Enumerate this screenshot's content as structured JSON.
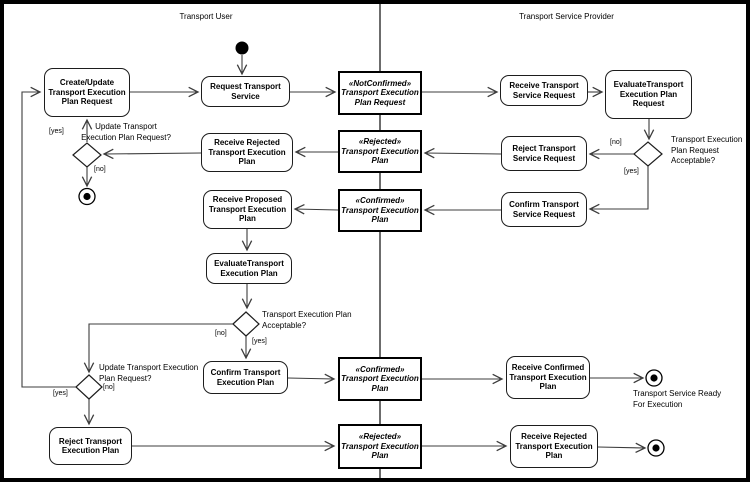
{
  "colors": {
    "background": "#ffffff",
    "node_border": "#1d1d1d",
    "object_border": "#000000",
    "edge_line": "#3c3c3c"
  },
  "lanes": [
    {
      "label": "Transport User"
    },
    {
      "label": "Transport Service Provider"
    }
  ],
  "activities": [
    {
      "id": "create-update-tep-request",
      "label": "Create/Update\nTransport Execution\nPlan Request"
    },
    {
      "id": "request-transport-service",
      "label": "Request Transport\nService"
    },
    {
      "id": "receive-rejected-tep",
      "label": "Receive Rejected\nTransport Execution\nPlan"
    },
    {
      "id": "receive-proposed-tep",
      "label": "Receive Proposed\nTransport Execution\nPlan"
    },
    {
      "id": "evaluate-tep",
      "label": "EvaluateTransport\nExecution Plan"
    },
    {
      "id": "confirm-tep",
      "label": "Confirm Transport\nExecution Plan"
    },
    {
      "id": "reject-tep",
      "label": "Reject Transport\nExecution Plan"
    },
    {
      "id": "receive-transport-service-request",
      "label": "Receive Transport\nService Request"
    },
    {
      "id": "evaluate-tep-request",
      "label": "EvaluateTransport\nExecution Plan\nRequest"
    },
    {
      "id": "reject-transport-service-request",
      "label": "Reject Transport\nService Request"
    },
    {
      "id": "confirm-transport-service-request",
      "label": "Confirm Transport\nService Request"
    },
    {
      "id": "receive-confirmed-tep",
      "label": "Receive Confirmed\nTransport Execution\nPlan"
    },
    {
      "id": "receive-rejected-tep-provider",
      "label": "Receive Rejected\nTransport Execution\nPlan"
    }
  ],
  "objects": [
    {
      "id": "notconfirmed-tep-request",
      "stereotype": "«NotConfirmed»",
      "name": "Transport Execution\nPlan Request"
    },
    {
      "id": "rejected-tep",
      "stereotype": "«Rejected»",
      "name": "Transport Execution\nPlan"
    },
    {
      "id": "confirmed-tep",
      "stereotype": "«Confirmed»",
      "name": "Transport Execution\nPlan"
    },
    {
      "id": "confirmed-tep-final",
      "stereotype": "«Confirmed»",
      "name": "Transport Execution\nPlan"
    },
    {
      "id": "rejected-tep-final",
      "stereotype": "«Rejected»",
      "name": "Transport Execution\nPlan"
    }
  ],
  "questions": [
    {
      "id": "update-tep-request-top",
      "text": "Update Transport\nExecution Plan Request?"
    },
    {
      "id": "tep-request-acceptable",
      "text": "Transport Execution\nPlan Request\nAcceptable?"
    },
    {
      "id": "tep-acceptable",
      "text": "Transport Execution Plan\nAcceptable?"
    },
    {
      "id": "update-tep-request-bottom",
      "text": "Update Transport Execution\nPlan Request?"
    }
  ],
  "guards": [
    {
      "id": "d1-yes",
      "text": "[yes]"
    },
    {
      "id": "d1-no",
      "text": "[no]"
    },
    {
      "id": "d2-no",
      "text": "[no]"
    },
    {
      "id": "d2-yes",
      "text": "[yes]"
    },
    {
      "id": "d3-no",
      "text": "[no]"
    },
    {
      "id": "d3-yes",
      "text": "[yes]"
    },
    {
      "id": "d4-yes",
      "text": "[yes]"
    },
    {
      "id": "d4-no",
      "text": "[no]"
    }
  ],
  "notes": {
    "final_label": "Transport Service Ready\nFor Execution"
  }
}
